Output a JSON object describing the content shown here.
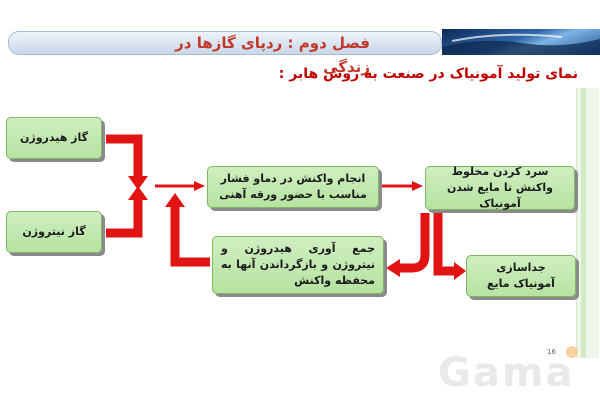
{
  "header": {
    "chapter_title": "فصل دوم : ردپای گازها در زندگی"
  },
  "subtitle": "نمای تولید آمونیاک در صنعت به روش هابر :",
  "boxes": {
    "hydrogen": "گاز هیدروژن",
    "nitrogen": "گاز نیتروژن",
    "reaction": "انجام واکنش در دماو فشار مناسب با حضور ورقه آهنی",
    "cooling": "سرد کردن مخلوط واکنش تا مایع شدن آمونیاک",
    "recycle": "جمع آوری هیدروژن و نیتروژن و بازگرداندن آنها به محفظه واکنش",
    "separation": "جداسازی آمونیاک مایع"
  },
  "page_number": "16",
  "watermark": "Gama",
  "colors": {
    "arrow": "#e11414",
    "box_fill": "#c2e8af",
    "title": "#c0392b"
  }
}
